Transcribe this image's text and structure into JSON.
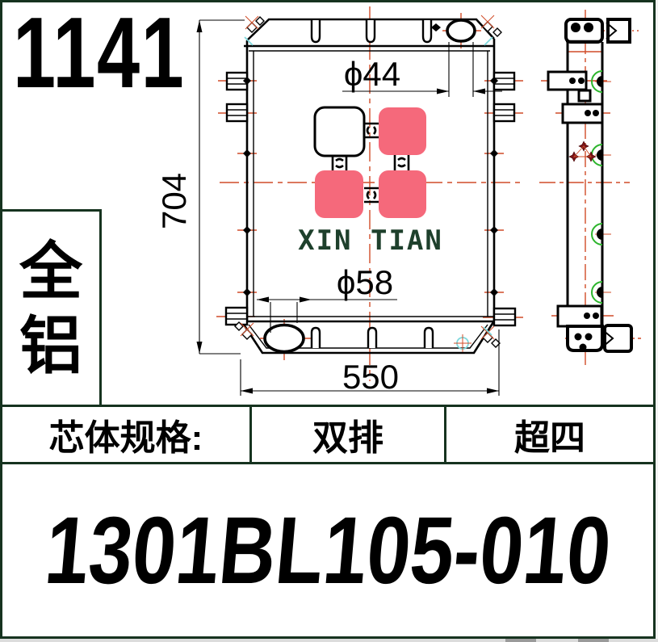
{
  "title_block": {
    "drawing_no": "1141",
    "material": {
      "char1": "全",
      "char2": "铝"
    },
    "spec_row": {
      "label": "芯体规格:",
      "value1": "双排",
      "value2": "超四"
    },
    "part_number": "1301BL105-010"
  },
  "drawing": {
    "brand_text": "XIN TIAN",
    "dims": {
      "height": "704",
      "width": "550",
      "inlet_dia": "ϕ44",
      "outlet_dia": "ϕ58"
    },
    "colors": {
      "frame_green": "#16331f",
      "centerline_red": "#d14c28",
      "logo_pink": "#f5697b",
      "weld_mark_green": "#2db52d",
      "accent_cyan": "#7fd8dc",
      "star_dark_red": "#7c1518",
      "brand_dark_green": "#1e402c"
    }
  }
}
